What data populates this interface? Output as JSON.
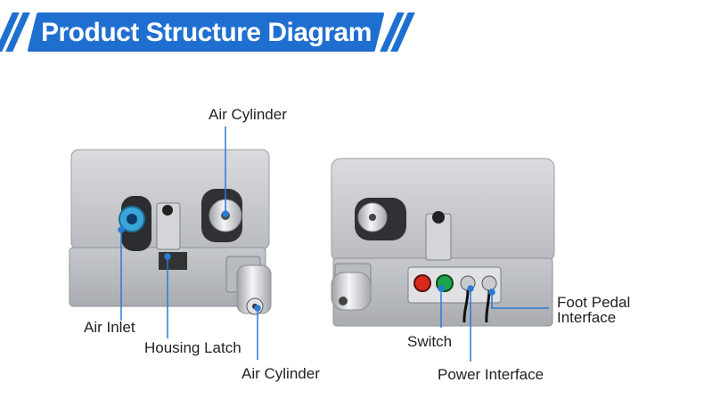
{
  "title": "Product Structure Diagram",
  "labels": {
    "air_cylinder_top": "Air Cylinder",
    "air_inlet": "Air Inlet",
    "housing_latch": "Housing Latch",
    "air_cylinder_bottom": "Air Cylinder",
    "switch": "Switch",
    "power_interface": "Power Interface",
    "foot_pedal_line1": "Foot Pedal",
    "foot_pedal_line2": "Interface"
  },
  "colors": {
    "accent": "#1f6fd1",
    "leader": "#2a7bd6",
    "housing": "#c9ccd0",
    "metal": "#e4e6e8",
    "red_button": "#d8291d",
    "green_button": "#1ea44a"
  }
}
